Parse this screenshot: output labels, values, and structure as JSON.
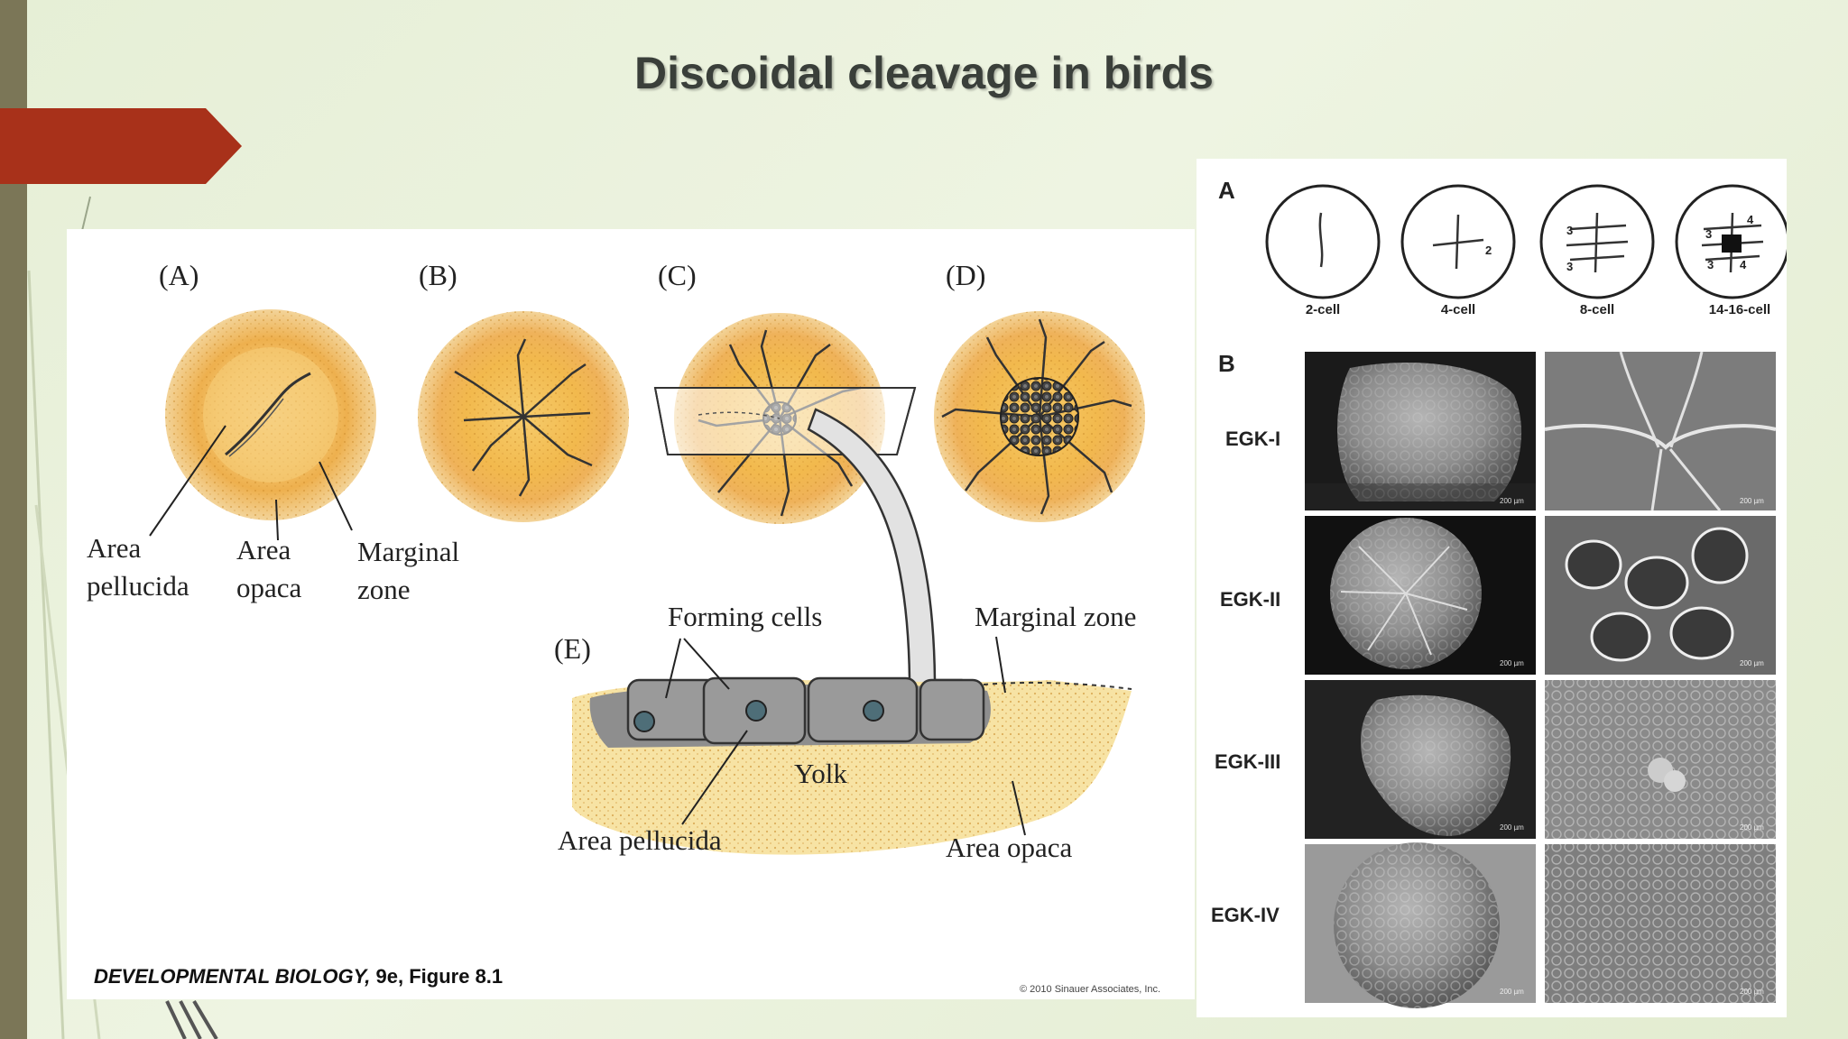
{
  "slide": {
    "title": "Discoidal cleavage in birds"
  },
  "left_figure": {
    "panel_labels": [
      "(A)",
      "(B)",
      "(C)",
      "(D)",
      "(E)"
    ],
    "labels_a": {
      "area_pellucida_1": "Area",
      "area_pellucida_2": "pellucida",
      "area_opaca_1": "Area",
      "area_opaca_2": "opaca",
      "marginal_1": "Marginal",
      "marginal_2": "zone"
    },
    "labels_e": {
      "forming_cells": "Forming cells",
      "marginal_zone": "Marginal zone",
      "yolk": "Yolk",
      "area_pellucida": "Area pellucida",
      "area_opaca": "Area opaca"
    },
    "caption_italic": "DEVELOPMENTAL BIOLOGY,",
    "caption_rest": " 9e, Figure 8.1",
    "copyright": "© 2010 Sinauer Associates, Inc."
  },
  "right_figure": {
    "label_a": "A",
    "stages": [
      "2-cell",
      "4-cell",
      "8-cell",
      "14-16-cell"
    ],
    "label_b": "B",
    "rows": [
      "EGK-I",
      "EGK-II",
      "EGK-III",
      "EGK-IV"
    ],
    "scale_label": "200 µm",
    "marks": {
      "four": "2",
      "eight": "3",
      "sixteen_a": "4",
      "sixteen_b": "3"
    }
  },
  "colors": {
    "accent_arrow": "#a8311a",
    "left_bar": "#7b7657",
    "blastoderm": "#f0b44a"
  }
}
